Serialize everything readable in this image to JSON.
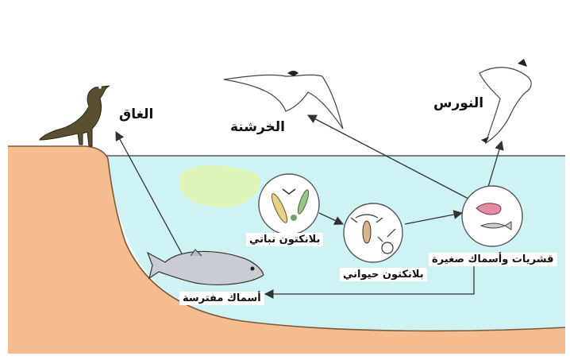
{
  "labels": {
    "cormorant": "الغاق",
    "tern": "الخرشنة",
    "gull": "النورس",
    "phytoplankton": "بلانكتون نباتي",
    "zooplankton": "بلانكتون حيواني",
    "crustaceans_small_fish": "قشريات وأسماك صغيرة",
    "predatory_fish": "أسماك مفترسة"
  },
  "colors": {
    "sand": "#F4BC8F",
    "sand_outline": "#7A5A3A",
    "water": "#CFF3F5",
    "water_line": "#555555",
    "algae": "#DDF3B8",
    "arrow": "#333333",
    "cormorant": "#5A4F33",
    "fish": "#C9CCD3"
  }
}
